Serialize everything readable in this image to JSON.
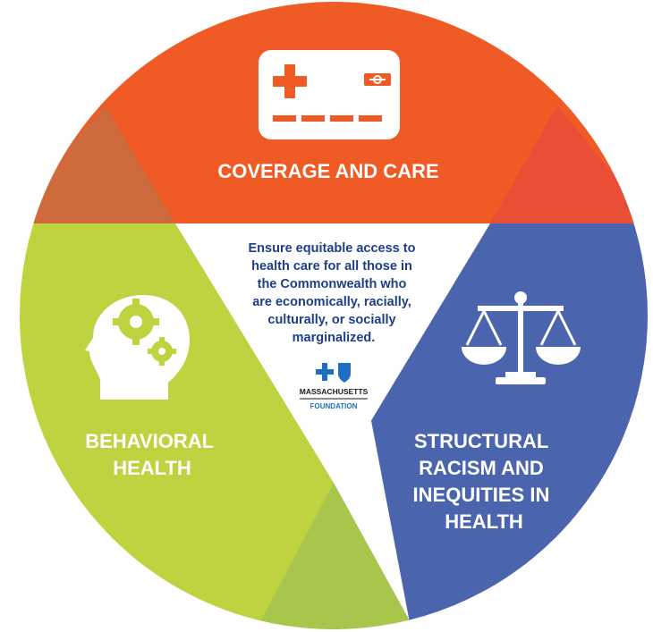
{
  "segments": {
    "coverage": {
      "label": "COVERAGE AND CARE",
      "color": "#f05a24",
      "icon": "health-insurance-card-icon"
    },
    "structural": {
      "lines": [
        "STRUCTURAL",
        "RACISM AND",
        "INEQUITIES IN",
        "HEALTH"
      ],
      "color": "#4a64ae",
      "icon": "scales-of-justice-icon"
    },
    "behavioral": {
      "lines": [
        "BEHAVIORAL",
        "HEALTH"
      ],
      "color": "#bfd23f",
      "icon": "head-with-gears-icon"
    }
  },
  "blend_colors": {
    "top_left": "#cf6a3c",
    "top_right": "#e94f35",
    "bottom": "#a9c64c"
  },
  "center": {
    "lines": [
      "Ensure equitable access to",
      "health care for all those in",
      "the Commonwealth who",
      "are economically, racially,",
      "culturally, or socially",
      "marginalized."
    ],
    "color": "#1d3f8a"
  },
  "logo": {
    "name": "MASSACHUSETTS",
    "subtitle": "FOUNDATION",
    "icon": "blue-cross-blue-shield-icon",
    "color": "#1d6fc1"
  }
}
